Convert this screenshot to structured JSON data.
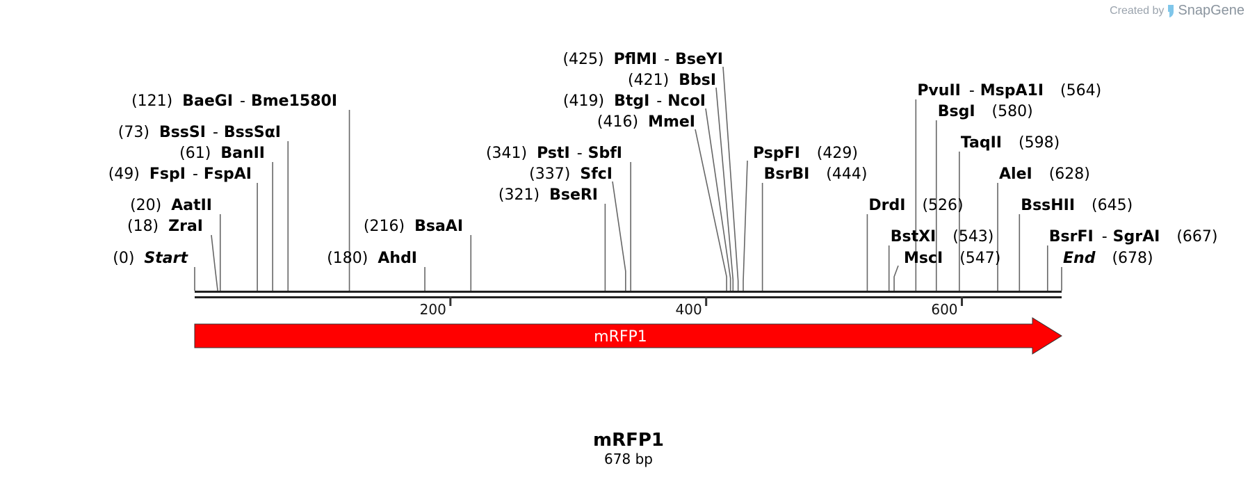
{
  "credit": {
    "text": "Created by",
    "brand": "SnapGene"
  },
  "sequence": {
    "name": "mRFP1",
    "length_label": "678 bp",
    "length": 678
  },
  "colors": {
    "feature": "#ff0000",
    "backbone": "#222222",
    "tick": "#333333",
    "line": "#666666"
  },
  "feature": {
    "label": "mRFP1",
    "start": 0,
    "end": 678
  },
  "ticks": [
    {
      "value": 200,
      "label": "200"
    },
    {
      "value": 400,
      "label": "400"
    },
    {
      "value": 600,
      "label": "600"
    }
  ],
  "sites": [
    {
      "pos": 0,
      "name": "Start",
      "pos_label": "(0)",
      "italic": true
    },
    {
      "pos": 18,
      "name": "ZraI",
      "pos_label": "(18)"
    },
    {
      "pos": 20,
      "name": "AatII",
      "pos_label": "(20)"
    },
    {
      "pos": 49,
      "name": "FspI",
      "name2": "FspAI",
      "pos_label": "(49)"
    },
    {
      "pos": 61,
      "name": "BanII",
      "pos_label": "(61)"
    },
    {
      "pos": 73,
      "name": "BssSI",
      "name2": "BssSαI",
      "pos_label": "(73)"
    },
    {
      "pos": 121,
      "name": "BaeGI",
      "name2": "Bme1580I",
      "pos_label": "(121)"
    },
    {
      "pos": 180,
      "name": "AhdI",
      "pos_label": "(180)"
    },
    {
      "pos": 216,
      "name": "BsaAI",
      "pos_label": "(216)"
    },
    {
      "pos": 321,
      "name": "BseRI",
      "pos_label": "(321)"
    },
    {
      "pos": 337,
      "name": "SfcI",
      "pos_label": "(337)"
    },
    {
      "pos": 341,
      "name": "PstI",
      "name2": "SbfI",
      "pos_label": "(341)"
    },
    {
      "pos": 416,
      "name": "MmeI",
      "pos_label": "(416)"
    },
    {
      "pos": 419,
      "name": "BtgI",
      "name2": "NcoI",
      "pos_label": "(419)"
    },
    {
      "pos": 421,
      "name": "BbsI",
      "pos_label": "(421)"
    },
    {
      "pos": 425,
      "name": "PflMI",
      "name2": "BseYI",
      "pos_label": "(425)"
    },
    {
      "pos": 429,
      "name": "PspFI",
      "pos_label": "(429)"
    },
    {
      "pos": 444,
      "name": "BsrBI",
      "pos_label": "(444)"
    },
    {
      "pos": 526,
      "name": "DrdI",
      "pos_label": "(526)"
    },
    {
      "pos": 543,
      "name": "BstXI",
      "pos_label": "(543)"
    },
    {
      "pos": 547,
      "name": "MscI",
      "pos_label": "(547)"
    },
    {
      "pos": 564,
      "name": "PvuII",
      "name2": "MspA1I",
      "pos_label": "(564)"
    },
    {
      "pos": 580,
      "name": "BsgI",
      "pos_label": "(580)"
    },
    {
      "pos": 598,
      "name": "TaqII",
      "pos_label": "(598)"
    },
    {
      "pos": 628,
      "name": "AleI",
      "pos_label": "(628)"
    },
    {
      "pos": 645,
      "name": "BssHII",
      "pos_label": "(645)"
    },
    {
      "pos": 667,
      "name": "BsrFI",
      "name2": "SgrAI",
      "pos_label": "(667)"
    },
    {
      "pos": 678,
      "name": "End",
      "pos_label": "(678)",
      "italic": true
    }
  ]
}
